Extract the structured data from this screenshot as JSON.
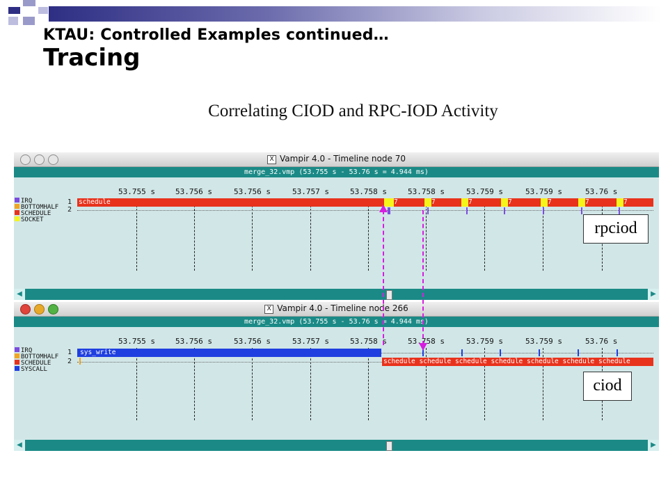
{
  "slide": {
    "title_line1": "KTAU: Controlled Examples continued…",
    "title_line2": "Tracing",
    "subtitle": "Correlating CIOD and RPC-IOD Activity"
  },
  "colors": {
    "irq": "#7b4dde",
    "bottomhalf": "#f2a51e",
    "schedule": "#e8321c",
    "socket": "#f5f51a",
    "syscall": "#1f3fe0",
    "correlation_arrow": "#d61ee0",
    "panel_bg": "#d1e6e7",
    "bar_teal": "#1b8a86"
  },
  "windows": [
    {
      "id": "timeline-70",
      "title": "Vampir 4.0 - Timeline node 70",
      "file": "merge_32.vmp (53.755 s - 53.76 s = 4.944 ms)",
      "ticks": [
        "53.755 s",
        "53.756 s",
        "53.756 s",
        "53.757 s",
        "53.758 s",
        "53.758 s",
        "53.759 s",
        "53.759 s",
        "53.76 s"
      ],
      "legend": [
        "IRQ",
        "BOTTOMHALF",
        "SCHEDULE",
        "SOCKET"
      ],
      "rows": [
        "1",
        "2"
      ],
      "bar_label": "schedule",
      "segment_label": "7",
      "box_label": "rpciod"
    },
    {
      "id": "timeline-266",
      "title": "Vampir 4.0 - Timeline node 266",
      "file": "merge_32.vmp (53.755 s - 53.76 s = 4.944 ms)",
      "ticks": [
        "53.755 s",
        "53.756 s",
        "53.756 s",
        "53.757 s",
        "53.758 s",
        "53.758 s",
        "53.759 s",
        "53.759 s",
        "53.76 s"
      ],
      "legend": [
        "IRQ",
        "BOTTOMHALF",
        "SCHEDULE",
        "SYSCALL"
      ],
      "rows": [
        "1",
        "2"
      ],
      "bar_label": "sys_write",
      "schedule_labels": [
        "schedule",
        "schedule",
        "schedule",
        "schedule",
        "schedule",
        "schedule",
        "schedule"
      ],
      "box_label": "ciod"
    }
  ]
}
